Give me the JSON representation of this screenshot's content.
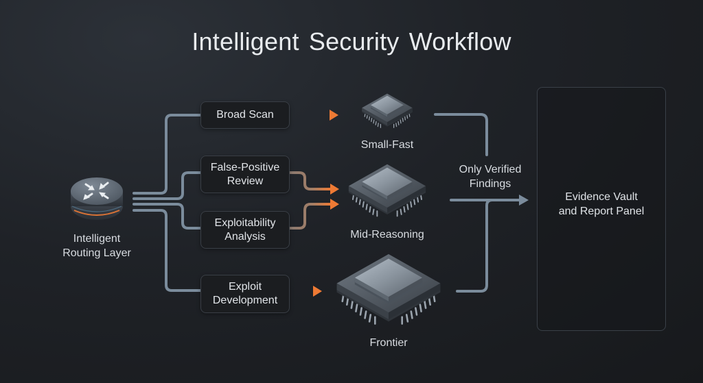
{
  "title": "Intelligent  Security Workflow",
  "colors": {
    "background": "#1f2227",
    "wire": "#7b8c9c",
    "arrow_accent": "#e8783a",
    "box_border": "#3a3f46",
    "text": "#dfe3e7"
  },
  "router": {
    "label_line1": "Intelligent",
    "label_line2": "Routing Layer",
    "icon": "routing-arrows-icon"
  },
  "tasks": [
    {
      "id": "broad-scan",
      "line1": "Broad Scan",
      "line2": "",
      "target": "small-fast"
    },
    {
      "id": "false-positive-review",
      "line1": "False-Positive",
      "line2": "Review",
      "target": "mid-reasoning"
    },
    {
      "id": "exploitability-analysis",
      "line1": "Exploitability",
      "line2": "Analysis",
      "target": "mid-reasoning"
    },
    {
      "id": "exploit-development",
      "line1": "Exploit",
      "line2": "Development",
      "target": "frontier"
    }
  ],
  "models": [
    {
      "id": "small-fast",
      "label": "Small-Fast",
      "icon": "chip-icon"
    },
    {
      "id": "mid-reasoning",
      "label": "Mid-Reasoning",
      "icon": "chip-icon"
    },
    {
      "id": "frontier",
      "label": "Frontier",
      "icon": "chip-icon"
    }
  ],
  "merge_label": {
    "line1": "Only Verified",
    "line2": "Findings"
  },
  "vault": {
    "line1": "Evidence Vault",
    "line2": "and Report Panel"
  }
}
